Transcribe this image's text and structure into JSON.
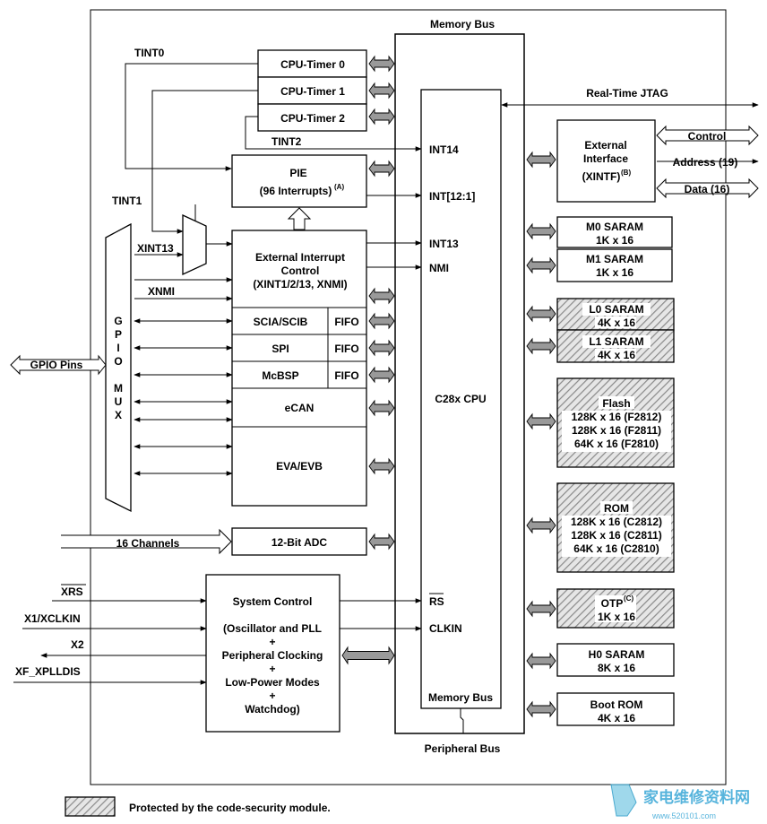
{
  "diagram": {
    "buses": {
      "memory_top": "Memory Bus",
      "memory_bottom": "Memory Bus",
      "peripheral": "Peripheral Bus",
      "jtag": "Real-Time JTAG"
    },
    "timers": [
      "CPU-Timer 0",
      "CPU-Timer 1",
      "CPU-Timer 2"
    ],
    "tint": {
      "t0": "TINT0",
      "t1": "TINT1",
      "t2": "TINT2"
    },
    "pie": {
      "title": "PIE",
      "sub": "(96 Interrupts)",
      "note": "(A)"
    },
    "cpu": {
      "label": "C28x CPU",
      "int14": "INT14",
      "int12": "INT[12:1]",
      "int13": "INT13",
      "nmi": "NMI",
      "rs": "RS",
      "clkin": "CLKIN"
    },
    "ext_int": {
      "l1": "External Interrupt",
      "l2": "Control",
      "l3": "(XINT1/2/13, XNMI)"
    },
    "gpio": {
      "mux_letters": [
        "G",
        "P",
        "I",
        "O",
        "",
        "M",
        "U",
        "X"
      ],
      "pins": "GPIO Pins",
      "xint13": "XINT13",
      "xnmi": "XNMI"
    },
    "peripherals": {
      "sci": "SCIA/SCIB",
      "spi": "SPI",
      "mcbsp": "McBSP",
      "fifo": "FIFO",
      "ecan": "eCAN",
      "ev": "EVA/EVB"
    },
    "adc": {
      "label": "12-Bit ADC",
      "channels": "16 Channels"
    },
    "sysctrl": {
      "title": "System Control",
      "lines": [
        "(Oscillator and PLL",
        "+",
        "Peripheral Clocking",
        "+",
        "Low-Power Modes",
        "+",
        "Watchdog)"
      ]
    },
    "sys_signals": {
      "xrs": "XRS",
      "x1": "X1/XCLKIN",
      "x2": "X2",
      "xf": "XF_XPLLDIS"
    },
    "xintf": {
      "l1": "External",
      "l2": "Interface",
      "l3": "(XINTF)",
      "note": "(B)",
      "control": "Control",
      "address": "Address (19)",
      "data": "Data (16)"
    },
    "memories": {
      "m0": [
        "M0 SARAM",
        "1K x 16"
      ],
      "m1": [
        "M1 SARAM",
        "1K x 16"
      ],
      "l0": [
        "L0 SARAM",
        "4K x 16"
      ],
      "l1": [
        "L1 SARAM",
        "4K x 16"
      ],
      "flash": [
        "Flash",
        "128K x 16 (F2812)",
        "128K x 16 (F2811)",
        "64K x 16 (F2810)"
      ],
      "rom": [
        "ROM",
        "128K x 16 (C2812)",
        "128K x 16 (C2811)",
        "64K x 16 (C2810)"
      ],
      "otp": [
        "OTP",
        "1K x 16"
      ],
      "otp_note": "(C)",
      "h0": [
        "H0 SARAM",
        "8K x 16"
      ],
      "boot": [
        "Boot ROM",
        "4K x 16"
      ]
    },
    "legend": "Protected by the code-security module.",
    "watermark": {
      "cn": "家电维修资料网",
      "url": "www.520101.com"
    }
  }
}
